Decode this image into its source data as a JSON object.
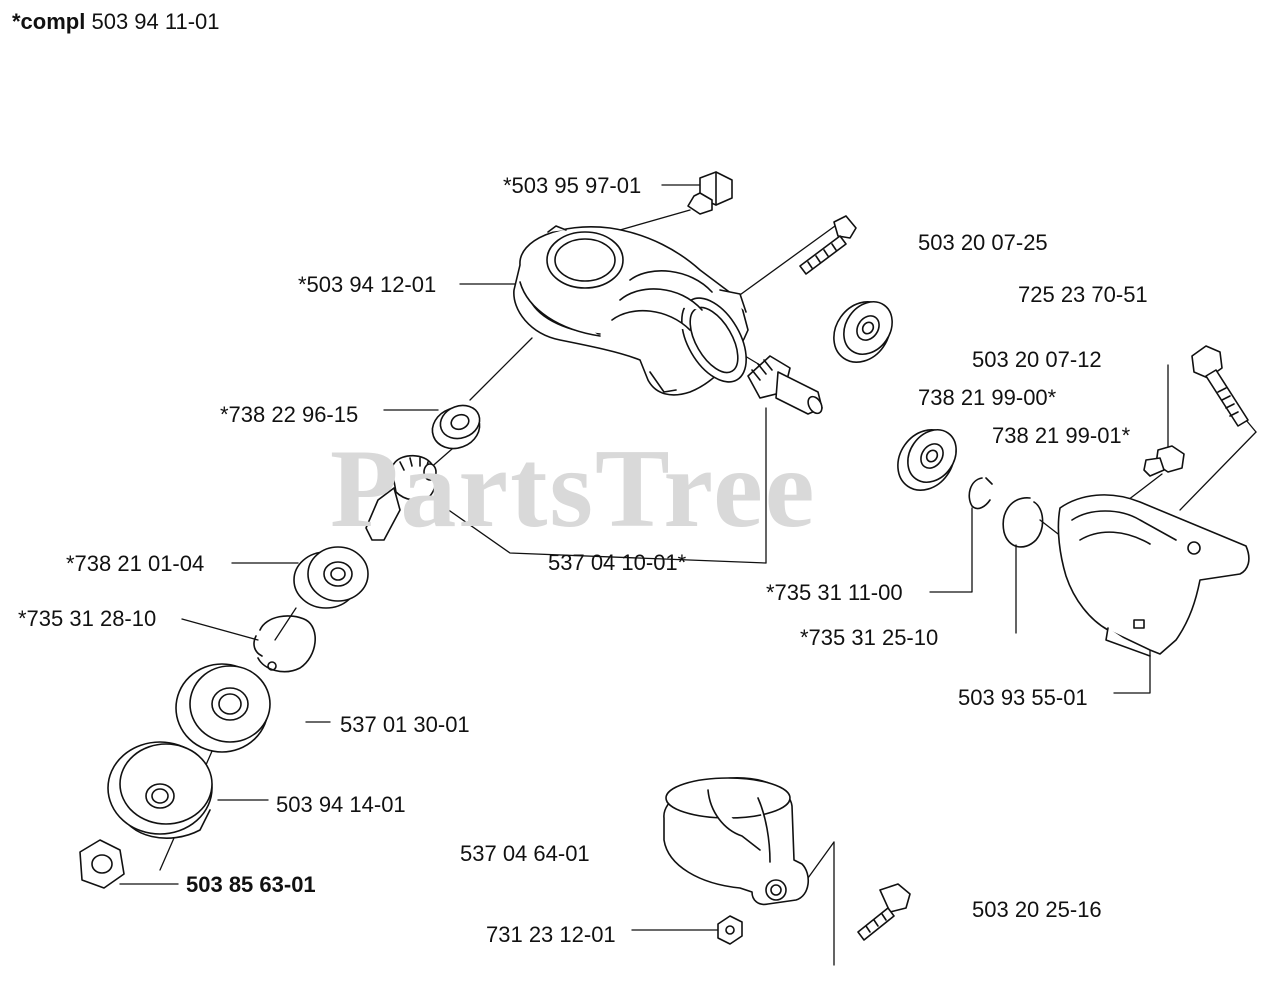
{
  "heading": {
    "prefix": "*compl",
    "number": "503 94 11-01"
  },
  "watermark": "PartsTree",
  "callouts": {
    "bolt_top": "*503 95 97-01",
    "gear_housing": "*503 94 12-01",
    "screw_503_20_07_25": "503 20 07-25",
    "screw_725_23_70_51": "725 23 70-51",
    "screw_503_20_07_12": "503 20 07-12",
    "bearing_738_21_99_00": "738 21 99-00*",
    "bearing_738_21_99_01": "738 21 99-01*",
    "bearing_738_22_96_15": "*738 22 96-15",
    "pinion_537_04_10_01": "537 04 10-01*",
    "bearing_738_21_01_04": "*738 21 01-04",
    "circlip_735_31_11_00": "*735 31 11-00",
    "circlip_735_31_28_10": "*735 31 28-10",
    "circlip_735_31_25_10": "*735 31 25-10",
    "guard_503_93_55_01": "503 93 55-01",
    "washer_537_01_30_01": "537 01 30-01",
    "cup_503_94_14_01": "503 94 14-01",
    "nut_503_85_63_01": "503 85 63-01",
    "clamp_537_04_64_01": "537 04 64-01",
    "nut_731_23_12_01": "731 23 12-01",
    "screw_503_20_25_16": "503 20 25-16"
  }
}
